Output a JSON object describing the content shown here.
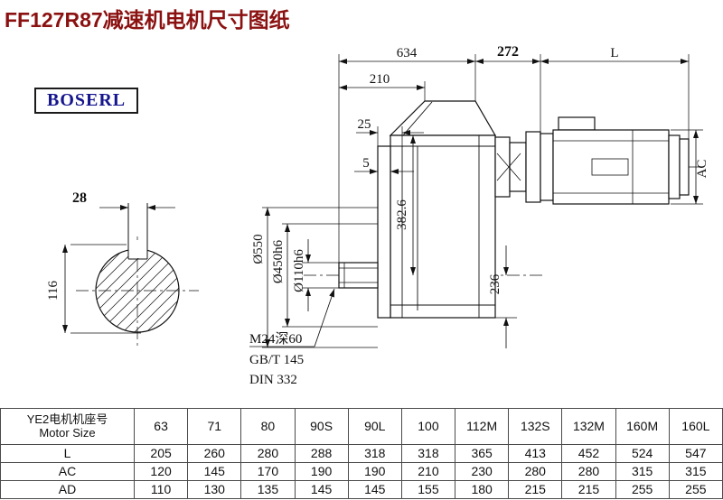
{
  "page": {
    "title": "FF127R87减速机电机尺寸图纸",
    "brand": "BOSERL"
  },
  "colors": {
    "title_red": "#8b1111",
    "brand_blue": "#15158e",
    "line_black": "#111111"
  },
  "drawing": {
    "dims": {
      "total_length": "634",
      "adapter_length": "272",
      "motor_length": "L",
      "dim_210": "210",
      "dim_25": "25",
      "dim_5": "5",
      "motor_height": "AC",
      "key_width": "28",
      "keyway_height": "116",
      "flange_od": "Ø550",
      "spigot_dia": "Ø450h6",
      "bore_dia": "Ø110h6",
      "center_height": "382.6",
      "dim_236": "236",
      "tap_note": "M24深60",
      "std_gb": "GB/T 145",
      "std_din": "DIN 332"
    }
  },
  "table": {
    "col_header_cn": "YE2电机机座号",
    "col_header_en": "Motor Size",
    "sizes": [
      "63",
      "71",
      "80",
      "90S",
      "90L",
      "100",
      "112M",
      "132S",
      "132M",
      "160M",
      "160L"
    ],
    "rows": [
      {
        "label": "L",
        "values": [
          "205",
          "260",
          "280",
          "288",
          "318",
          "318",
          "365",
          "413",
          "452",
          "524",
          "547"
        ]
      },
      {
        "label": "AC",
        "values": [
          "120",
          "145",
          "170",
          "190",
          "190",
          "210",
          "230",
          "280",
          "280",
          "315",
          "315"
        ]
      },
      {
        "label": "AD",
        "values": [
          "110",
          "130",
          "135",
          "145",
          "145",
          "155",
          "180",
          "215",
          "215",
          "255",
          "255"
        ]
      }
    ]
  }
}
